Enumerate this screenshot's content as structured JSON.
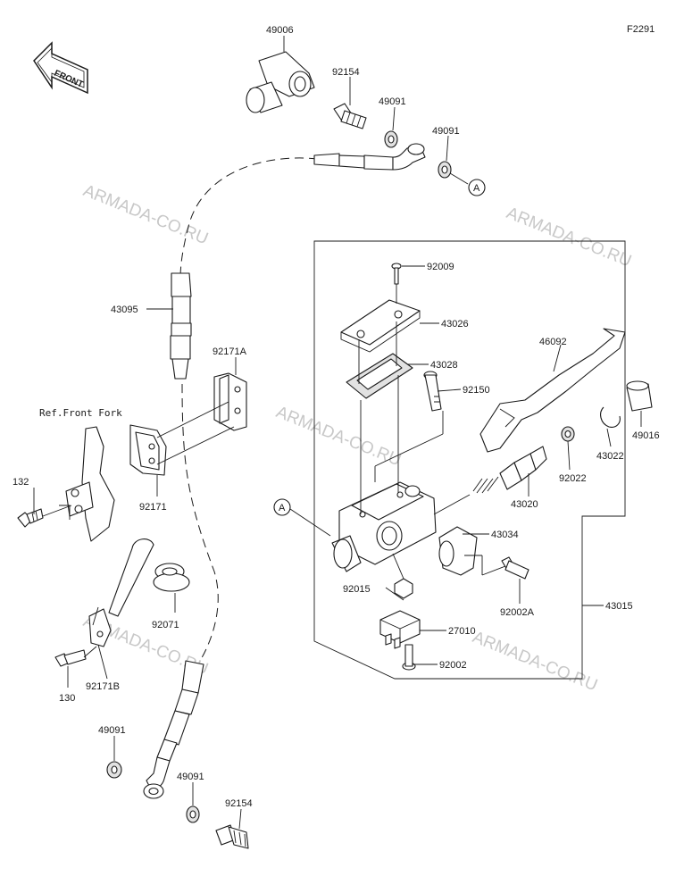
{
  "figure_code": "F2291",
  "front_arrow_label": "FRONT",
  "reference_label": "Ref.Front Fork",
  "watermark": "ARMADA-CO.RU",
  "callout_letter": "A",
  "part_numbers": {
    "p49006": "49006",
    "p92154_top": "92154",
    "p49091_a": "49091",
    "p49091_b": "49091",
    "p43095": "43095",
    "p92171A": "92171A",
    "p92171": "92171",
    "p132": "132",
    "p92071": "92071",
    "p130": "130",
    "p92171B": "92171B",
    "p49091_c": "49091",
    "p49091_d": "49091",
    "p92154_bot": "92154",
    "p92009": "92009",
    "p43026": "43026",
    "p43028": "43028",
    "p92150": "92150",
    "p46092": "46092",
    "p43022": "43022",
    "p49016": "49016",
    "p92022": "92022",
    "p43020": "43020",
    "p43034": "43034",
    "p92015": "92015",
    "p92002A": "92002A",
    "p43015": "43015",
    "p27010": "27010",
    "p92002": "92002"
  }
}
